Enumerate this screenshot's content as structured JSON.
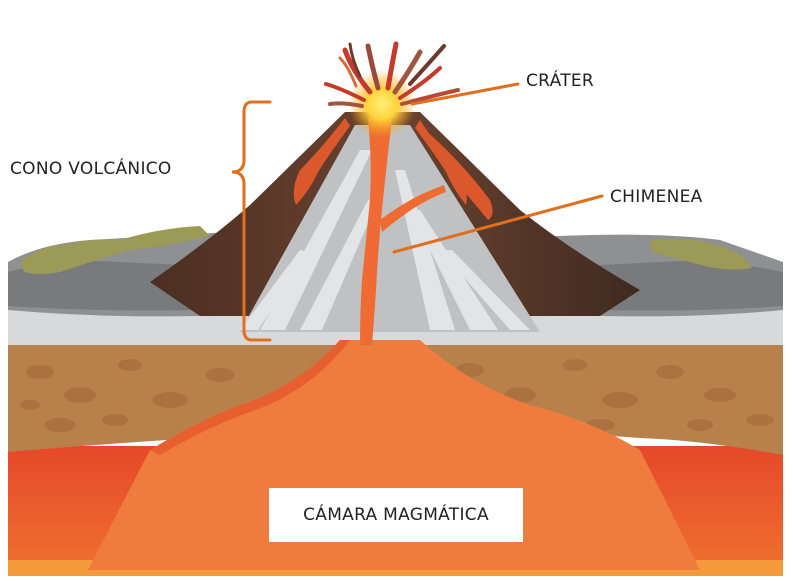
{
  "labels": {
    "crater": "CRÁTER",
    "cono_volcanico": "CONO VOLCÁNICO",
    "chimenea": "CHIMENEA",
    "camara_magmatica": "CÁMARA MAGMÁTICA"
  },
  "colors": {
    "annotation_line": "#e0701f",
    "magma": "#ef7b3f",
    "magma_dark": "#e5562a",
    "crust": "#b87d46",
    "ash_light": "#d9dadb",
    "ash_gray": "#8f9193",
    "cone_brown": "#5a3a2a",
    "vegetation": "#9a9a55"
  }
}
